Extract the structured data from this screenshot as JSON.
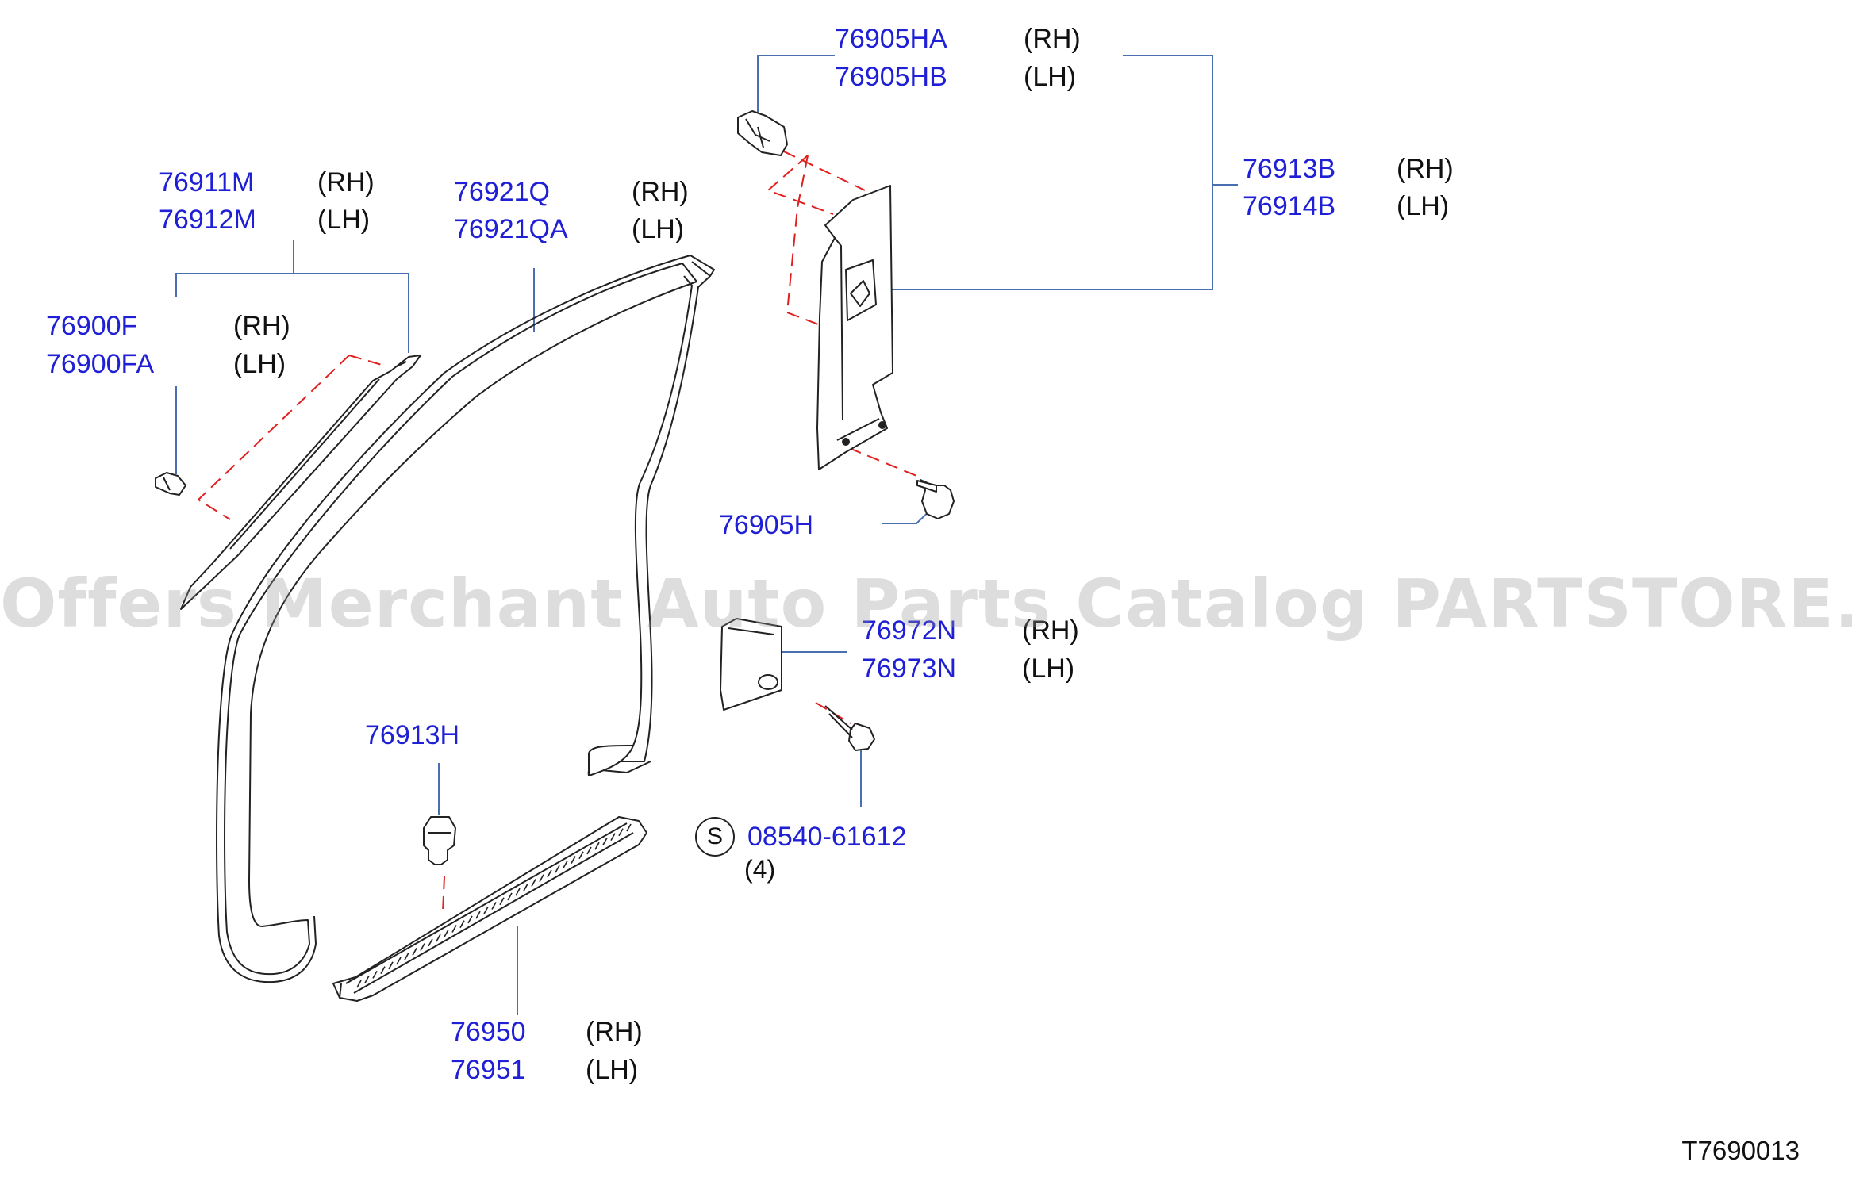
{
  "colors": {
    "part_number": "#1f1fd6",
    "leader": "#4a6fb0",
    "phantom": "#e02020",
    "outline": "#222222"
  },
  "labels": {
    "p76905HA": "76905HA",
    "p76905HB": "76905HB",
    "p76913B": "76913B",
    "p76914B": "76914B",
    "p76911M": "76911M",
    "p76912M": "76912M",
    "p76921Q": "76921Q",
    "p76921QA": "76921QA",
    "p76900F": "76900F",
    "p76900FA": "76900FA",
    "p76905H": "76905H",
    "p76972N": "76972N",
    "p76973N": "76973N",
    "p76913H": "76913H",
    "p08540": "08540-61612",
    "p76950": "76950",
    "p76951": "76951"
  },
  "sides": {
    "rh": "(RH)",
    "lh": "(LH)"
  },
  "std_symbol": "S",
  "qty_08540": "(4)",
  "watermark": "Offers Merchant Auto Parts Catalog PARTSTORE.SA",
  "diagram_ref": "T7690013"
}
